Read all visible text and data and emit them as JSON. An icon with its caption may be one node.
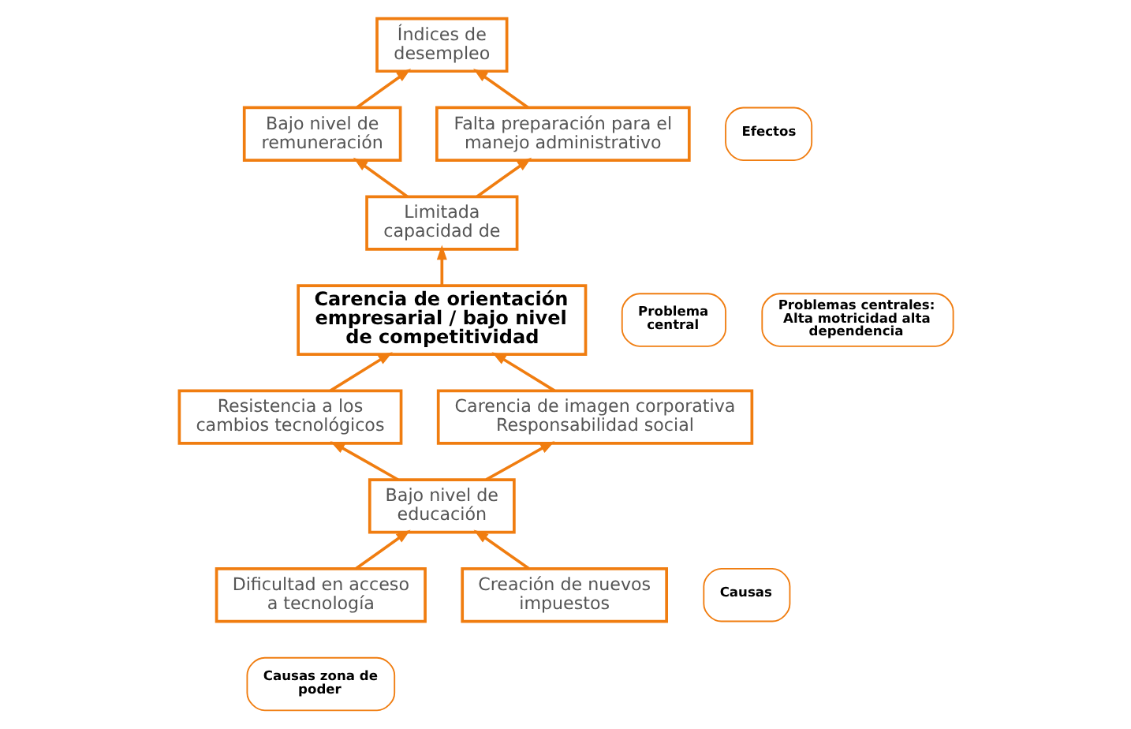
{
  "diagram": {
    "nodes": [
      {
        "text": [
          "Índices de desempleo"
        ]
      },
      {
        "text": [
          "Bajo nivel de remuneración"
        ]
      },
      {
        "text": [
          "Falta preparación para el manejo administrativo"
        ]
      },
      {
        "text": [
          "Efectos"
        ]
      },
      {
        "text": [
          "Limitada capacidad de"
        ]
      },
      {
        "text": [
          "Problema central"
        ]
      },
      {
        "text": [
          "Carencia de orientación empresarial / bajo nivel de competitividad"
        ]
      },
      {
        "text": [
          "Problemas centrales: Alta motricidad alta dependencia"
        ]
      },
      {
        "text": [
          "Resistencia a los cambios tecnológicos"
        ]
      },
      {
        "text": [
          "Carencia de imagen corporativa Responsabilidad social"
        ]
      },
      {
        "text": [
          "Causas"
        ]
      },
      {
        "text": [
          "Bajo nivel de educación"
        ]
      },
      {
        "text": [
          "Dificultad en acceso a tecnología"
        ]
      },
      {
        "text": [
          "Creación de nuevos impuestos"
        ]
      },
      {
        "text": [
          "Causas zona de poder"
        ]
      }
    ],
    "edges": [
      {
        "from": 1,
        "to": 0,
        "arrow": "to"
      },
      {
        "from": 2,
        "to": 0,
        "arrow": "to"
      },
      {
        "from": 4,
        "to": 1,
        "arrow": "to"
      },
      {
        "from": 4,
        "to": 2,
        "arrow": "to"
      },
      {
        "from": 6,
        "to": 4,
        "arrow": "to"
      },
      {
        "from": 8,
        "to": 6,
        "arrow": "to"
      },
      {
        "from": 9,
        "to": 6,
        "arrow": "to"
      },
      {
        "from": 11,
        "to": 8,
        "arrow": "to"
      },
      {
        "from": 11,
        "to": 9,
        "arrow": "to"
      },
      {
        "from": 12,
        "to": 11,
        "arrow": "to"
      },
      {
        "from": 13,
        "to": 11,
        "arrow": "to"
      }
    ]
  }
}
